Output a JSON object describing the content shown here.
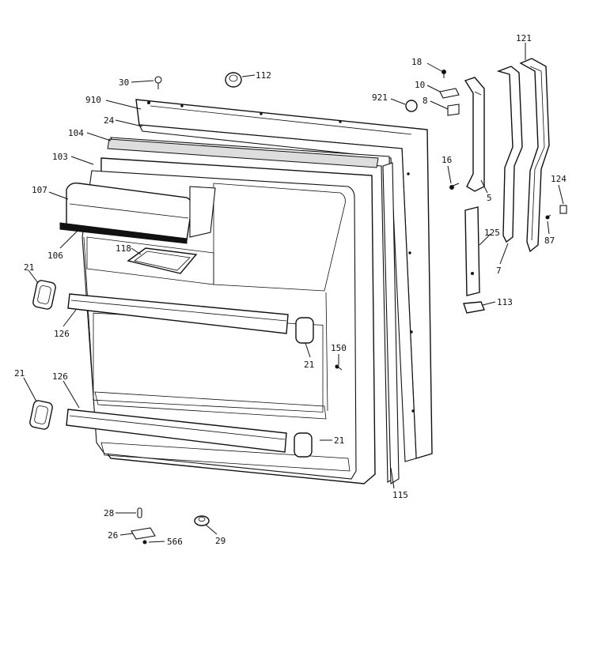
{
  "labels": {
    "p30": "30",
    "p112": "112",
    "p910": "910",
    "p24": "24",
    "p104": "104",
    "p103": "103",
    "p107": "107",
    "p106": "106",
    "p118": "118",
    "p21a": "21",
    "p126a": "126",
    "p21b": "21",
    "p126b": "126",
    "p21c": "21",
    "p21d": "21",
    "p150": "150",
    "p115": "115",
    "p18": "18",
    "p10": "10",
    "p921": "921",
    "p8": "8",
    "p16": "16",
    "p5": "5",
    "p121": "121",
    "p124": "124",
    "p125": "125",
    "p87": "87",
    "p7": "7",
    "p113": "113",
    "p28": "28",
    "p26": "26",
    "p566": "566",
    "p29": "29"
  }
}
